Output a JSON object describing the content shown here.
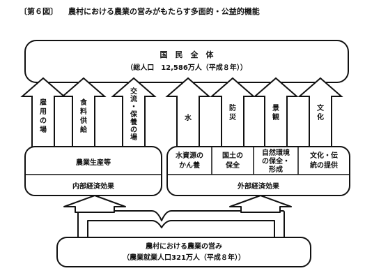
{
  "figure_number": "〔第６図〕",
  "title": "農村における農業の営みがもたらす多面的・公益的機能",
  "top_box": {
    "line1": "国　民　全　体",
    "line2": "（総人口　12,586万人（平成８年））"
  },
  "internal_arrows": [
    {
      "label": "雇用の場"
    },
    {
      "label": "食料供給"
    },
    {
      "label": "交流・保養の場"
    }
  ],
  "external_arrows": [
    {
      "label": "水"
    },
    {
      "label": "防災"
    },
    {
      "label": "景観"
    },
    {
      "label": "文化"
    }
  ],
  "internal_box": {
    "top": "農業生産等",
    "bottom": "内部経済効果"
  },
  "external_box": {
    "cells": [
      {
        "line1": "水資源の",
        "line2": "かん養"
      },
      {
        "line1": "国土の",
        "line2": "保全"
      },
      {
        "line1": "自然環境",
        "line2": "の保全・",
        "line3": "形成"
      },
      {
        "line1": "文化・伝",
        "line2": "統の提供"
      }
    ],
    "bottom": "外部経済効果"
  },
  "bottom_box": {
    "line1": "農村における農業の営み",
    "line2": "（農業就業人口321万人（平成８年））"
  }
}
